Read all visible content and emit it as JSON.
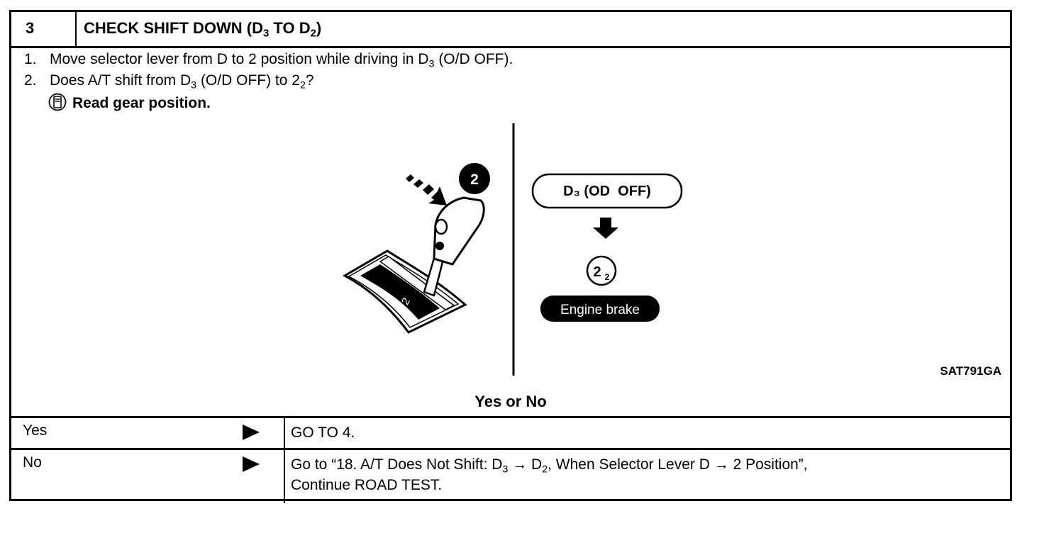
{
  "header": {
    "number": "3",
    "title": "CHECK SHIFT DOWN (D<sub>3</sub> TO D<sub>2</sub>)"
  },
  "steps": [
    {
      "num": "1.",
      "text": "Move selector lever from D to 2 position while driving in D<sub>3</sub> (O/D OFF)."
    },
    {
      "num": "2.",
      "text": "Does A/T shift from D<sub>3</sub> (O/D OFF) to 2<sub>2</sub>?"
    }
  ],
  "read_instruction": "Read gear position.",
  "illustration": {
    "lever_badge": "2",
    "gate_label": "2",
    "box_label": "D₃ (OD  OFF)",
    "gear_circle_main": "2",
    "gear_circle_sub": "2",
    "pill_label": "Engine brake",
    "figure_id": "SAT791GA"
  },
  "question": "Yes or No",
  "answers": [
    {
      "label": "Yes",
      "result": "GO TO 4."
    },
    {
      "label": "No",
      "result": "Go to “18. A/T Does Not Shift: D<sub>3</sub> → D<sub>2</sub>, When Selector Lever D → 2 Position”,<br>Continue ROAD TEST."
    }
  ]
}
